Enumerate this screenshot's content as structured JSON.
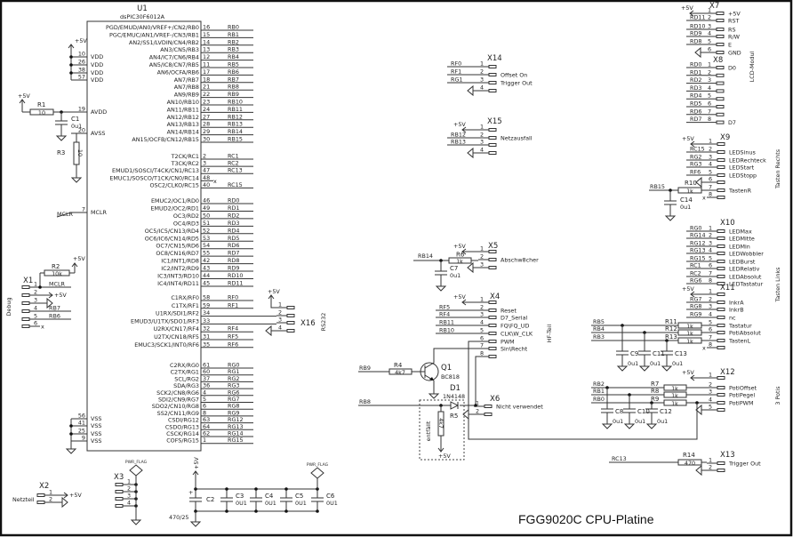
{
  "title": "FGG9020C CPU-Platine",
  "u1": {
    "ref": "U1",
    "part": "dsPIC30F6012A",
    "mclr_net": "MCLR",
    "left_pins": [
      {
        "no": "10",
        "name": "VDD"
      },
      {
        "no": "26",
        "name": "VDD"
      },
      {
        "no": "38",
        "name": "VDD"
      },
      {
        "no": "57",
        "name": "VDD"
      },
      {
        "no": "19",
        "name": "AVDD"
      },
      {
        "no": "20",
        "name": "AVSS"
      },
      {
        "no": "7",
        "name": "MCLR"
      },
      {
        "no": "56",
        "name": "VSS"
      },
      {
        "no": "41",
        "name": "VSS"
      },
      {
        "no": "25",
        "name": "VSS"
      },
      {
        "no": "9",
        "name": "VSS"
      }
    ],
    "right_groups": [
      [
        {
          "no": "16",
          "name": "PGD/EMUD/AN0/VREF+/CN2/RB0",
          "net": "RB0"
        },
        {
          "no": "15",
          "name": "PGC/EMUC/AN1/VREF-/CN3/RB1",
          "net": "RB1"
        },
        {
          "no": "14",
          "name": "AN2/SS1/LVDIN/CN4/RB2",
          "net": "RB2"
        },
        {
          "no": "13",
          "name": "AN3/CN5/RB3",
          "net": "RB3"
        },
        {
          "no": "12",
          "name": "AN4/IC7/CN6/RB4",
          "net": "RB4"
        },
        {
          "no": "11",
          "name": "AN5/IC8/CN7/RB5",
          "net": "RB5"
        },
        {
          "no": "17",
          "name": "AN6/OCFA/RB6",
          "net": "RB6"
        },
        {
          "no": "18",
          "name": "AN7/RB7",
          "net": "RB7"
        },
        {
          "no": "21",
          "name": "AN7/RB8",
          "net": "RB8"
        },
        {
          "no": "22",
          "name": "AN9/RB9",
          "net": "RB9"
        },
        {
          "no": "23",
          "name": "AN10/RB10",
          "net": "RB10"
        },
        {
          "no": "24",
          "name": "AN11/RB11",
          "net": "RB11"
        },
        {
          "no": "27",
          "name": "AN12/RB12",
          "net": "RB12"
        },
        {
          "no": "28",
          "name": "AN13/RB13",
          "net": "RB13"
        },
        {
          "no": "29",
          "name": "AN14/RB14",
          "net": "RB14"
        },
        {
          "no": "30",
          "name": "AN15/OCFB/CN12/RB15",
          "net": "RB15"
        }
      ],
      [
        {
          "no": "2",
          "name": "T2CK/RC1",
          "net": "RC1"
        },
        {
          "no": "3",
          "name": "T3CK/RC2",
          "net": "RC2"
        },
        {
          "no": "47",
          "name": "EMUD1/SOSCI/T4CK/CN1/RC13",
          "net": "RC13"
        },
        {
          "no": "48",
          "name": "EMUC1/SOSCO/T1CK/CN0/RC14",
          "net": "",
          "nc": true
        },
        {
          "no": "40",
          "name": "OSC2/CLKO/RC15",
          "net": "RC15"
        }
      ],
      [
        {
          "no": "46",
          "name": "EMUC2/OC1/RD0",
          "net": "RD0"
        },
        {
          "no": "49",
          "name": "EMUD2/OC2/RD1",
          "net": "RD1"
        },
        {
          "no": "50",
          "name": "OC3/RD2",
          "net": "RD2"
        },
        {
          "no": "51",
          "name": "OC4/RD3",
          "net": "RD3"
        },
        {
          "no": "52",
          "name": "OC5/IC5/CN13/RD4",
          "net": "RD4"
        },
        {
          "no": "53",
          "name": "OC6/IC6/CN14/RD5",
          "net": "RD5"
        },
        {
          "no": "54",
          "name": "OC7/CN15/RD6",
          "net": "RD6"
        },
        {
          "no": "55",
          "name": "OC8/CN16/RD7",
          "net": "RD7"
        },
        {
          "no": "42",
          "name": "IC1/INT1/RD8",
          "net": "RD8"
        },
        {
          "no": "43",
          "name": "IC2/INT2/RD9",
          "net": "RD9"
        },
        {
          "no": "44",
          "name": "IC3/INT3/RD10",
          "net": "RD10"
        },
        {
          "no": "45",
          "name": "IC4/INT4/RD11",
          "net": "RD11"
        }
      ],
      [
        {
          "no": "58",
          "name": "C1RX/RF0",
          "net": "RF0"
        },
        {
          "no": "59",
          "name": "C1TX/RF1",
          "net": "RF1"
        },
        {
          "no": "34",
          "name": "U1RX/SDI1/RF2",
          "net": ""
        },
        {
          "no": "33",
          "name": "EMUD3/U1TX/SDO1/RF3",
          "net": ""
        },
        {
          "no": "32",
          "name": "U2RX/CN17/RF4",
          "net": "RF4"
        },
        {
          "no": "31",
          "name": "U2TX/CN18/RF5",
          "net": "RF5"
        },
        {
          "no": "35",
          "name": "EMUC3/SCK1/INT0/RF6",
          "net": "RF6"
        }
      ],
      [
        {
          "no": "61",
          "name": "C2RX/RG0",
          "net": "RG0"
        },
        {
          "no": "60",
          "name": "C2TX/RG1",
          "net": "RG1"
        },
        {
          "no": "37",
          "name": "SCL/RG2",
          "net": "RG2"
        },
        {
          "no": "36",
          "name": "SDA/RG3",
          "net": "RG3"
        },
        {
          "no": "4",
          "name": "SCK2/CN8/RG6",
          "net": "RG6"
        },
        {
          "no": "5",
          "name": "SDI2/CN9/RG7",
          "net": "RG7"
        },
        {
          "no": "6",
          "name": "SDO2/CN10/RG8",
          "net": "RG8"
        },
        {
          "no": "8",
          "name": "SS2/CN11/RG9",
          "net": "RG9"
        },
        {
          "no": "63",
          "name": "CSDI/RG12",
          "net": "RG12"
        },
        {
          "no": "64",
          "name": "CSDO/RG13",
          "net": "RG13"
        },
        {
          "no": "62",
          "name": "CSCK/RG14",
          "net": "RG14"
        },
        {
          "no": "1",
          "name": "COFS/RG15",
          "net": "RG15"
        }
      ]
    ]
  },
  "connectors": [
    {
      "ref": "X7",
      "pins": [
        {
          "no": "1",
          "kind": "+5V",
          "net": "+5V",
          "label": "+5V"
        },
        {
          "no": "2",
          "net": "RD11",
          "label": "RST"
        },
        {
          "no": "3",
          "net": "RD10",
          "label": "RS"
        },
        {
          "no": "4",
          "net": "RD9",
          "label": "R/W"
        },
        {
          "no": "5",
          "net": "RD8",
          "label": "E"
        },
        {
          "no": "6",
          "kind": "gnd",
          "label": "GND"
        }
      ]
    },
    {
      "ref": "X8",
      "pins": [
        {
          "no": "1",
          "net": "RD0",
          "label": "D0"
        },
        {
          "no": "2",
          "net": "RD1"
        },
        {
          "no": "3",
          "net": "RD2"
        },
        {
          "no": "4",
          "net": "RD3"
        },
        {
          "no": "5",
          "net": "RD4"
        },
        {
          "no": "6",
          "net": "RD5"
        },
        {
          "no": "7",
          "net": "RD6"
        },
        {
          "no": "8",
          "net": "RD7",
          "label": "D7"
        }
      ]
    },
    {
      "ref": "X14",
      "pins": [
        {
          "no": "1",
          "net": "RF0"
        },
        {
          "no": "2",
          "net": "RF1",
          "label": "Offset On"
        },
        {
          "no": "3",
          "net": "RG1",
          "label": "Trigger Out"
        },
        {
          "no": "4",
          "kind": "gnd"
        }
      ]
    },
    {
      "ref": "X15",
      "pins": [
        {
          "no": "1",
          "kind": "+5V",
          "net": "+5V"
        },
        {
          "no": "2",
          "net": "RB12",
          "label": "Netzausfall"
        },
        {
          "no": "3",
          "net": "RB13"
        },
        {
          "no": "4",
          "kind": "gnd"
        }
      ]
    },
    {
      "ref": "X9",
      "pins": [
        {
          "no": "1",
          "kind": "+5V",
          "net": "+5V"
        },
        {
          "no": "2",
          "net": "RC15",
          "label": "LEDSinus"
        },
        {
          "no": "3",
          "net": "RG2",
          "label": "LEDRechteck"
        },
        {
          "no": "4",
          "net": "RG3",
          "label": "LEDStart"
        },
        {
          "no": "5",
          "net": "RF6",
          "label": "LEDStopp"
        },
        {
          "no": "6",
          "kind": "gnd"
        },
        {
          "no": "7",
          "kind": "wire",
          "label": "TastenR"
        },
        {
          "no": "8",
          "kind": "nc"
        }
      ]
    },
    {
      "ref": "X10",
      "pins": [
        {
          "no": "1",
          "net": "RG0",
          "label": "LEDMax"
        },
        {
          "no": "2",
          "net": "RG14",
          "label": "LEDMitte"
        },
        {
          "no": "3",
          "net": "RG12",
          "label": "LEDMin"
        },
        {
          "no": "4",
          "net": "RG13",
          "label": "LEDWobbler"
        },
        {
          "no": "5",
          "net": "RG15",
          "label": "LEDBurst"
        },
        {
          "no": "6",
          "net": "RC1",
          "label": "LEDRelativ"
        },
        {
          "no": "7",
          "net": "RC2",
          "label": "LEDAbsolut"
        },
        {
          "no": "8",
          "net": "RG6",
          "label": "LEDTastatur"
        }
      ]
    },
    {
      "ref": "X11",
      "pins": [
        {
          "no": "1",
          "kind": "+5V",
          "net": "+5V"
        },
        {
          "no": "2",
          "net": "RG7",
          "label": "InkrA"
        },
        {
          "no": "3",
          "net": "RG8",
          "label": "InkrB"
        },
        {
          "no": "4",
          "net": "RG9",
          "label": "nc"
        },
        {
          "no": "5",
          "kind": "wire",
          "label": "Tastatur"
        },
        {
          "no": "6",
          "kind": "wire",
          "label": "PotiAbsolut"
        },
        {
          "no": "7",
          "kind": "wire",
          "label": "TastenL"
        },
        {
          "no": "8",
          "kind": "nc"
        }
      ]
    },
    {
      "ref": "X12",
      "pins": [
        {
          "no": "1",
          "kind": "+5V",
          "net": "+5V"
        },
        {
          "no": "2",
          "kind": "wire",
          "label": "PotiOffset"
        },
        {
          "no": "3",
          "kind": "wire",
          "label": "PotiPegel"
        },
        {
          "no": "4",
          "kind": "wire",
          "label": "PotiPWM"
        },
        {
          "no": "5",
          "kind": "gnd"
        }
      ]
    },
    {
      "ref": "X13",
      "pins": [
        {
          "no": "1",
          "kind": "wire",
          "label": "Trigger Out"
        },
        {
          "no": "2",
          "kind": "gnd"
        }
      ]
    },
    {
      "ref": "X5",
      "pins": [
        {
          "no": "1",
          "kind": "+5V",
          "net": "+5V"
        },
        {
          "no": "2",
          "kind": "wire",
          "label": "Abschw8cher"
        },
        {
          "no": "3",
          "kind": "gnd"
        }
      ]
    },
    {
      "ref": "X4",
      "pins": [
        {
          "no": "1",
          "kind": "+5V",
          "net": "+5V"
        },
        {
          "no": "2",
          "net": "RF5",
          "label": "Reset"
        },
        {
          "no": "3",
          "net": "RF4",
          "label": "D7_Serial"
        },
        {
          "no": "4",
          "net": "RB11",
          "label": "FQ\\FQ_UD"
        },
        {
          "no": "5",
          "net": "RB10",
          "label": "CLK\\W_CLK"
        },
        {
          "no": "6",
          "kind": "wire",
          "label": "PWM"
        },
        {
          "no": "7",
          "kind": "wire",
          "label": "Sin\\Recht"
        },
        {
          "no": "8",
          "kind": "wire"
        }
      ]
    },
    {
      "ref": "X6",
      "pins": [
        {
          "no": "1",
          "kind": "wire",
          "label": "Nicht verwendet"
        },
        {
          "no": "2",
          "kind": "gnd"
        }
      ]
    },
    {
      "ref": "X16",
      "pins": [
        {
          "no": "1",
          "kind": "+5Vup",
          "net": "+5V"
        },
        {
          "no": "2",
          "kind": "wire"
        },
        {
          "no": "3",
          "kind": "wire"
        },
        {
          "no": "4",
          "kind": "gnd"
        }
      ]
    },
    {
      "ref": "X1",
      "pins": [
        {
          "no": "1",
          "net": "MCLR"
        },
        {
          "no": "2",
          "kind": "+5V",
          "net": "+5V"
        },
        {
          "no": "3",
          "kind": "gnd"
        },
        {
          "no": "4",
          "net": "RB7"
        },
        {
          "no": "5",
          "net": "RB6"
        },
        {
          "no": "6",
          "kind": "nc"
        }
      ]
    },
    {
      "ref": "X2",
      "pins": [
        {
          "no": "1",
          "kind": "+5V",
          "net": "+5V"
        },
        {
          "no": "2",
          "kind": "gnd"
        }
      ]
    },
    {
      "ref": "X3",
      "pins": [
        {
          "no": "1",
          "kind": "bus"
        },
        {
          "no": "2",
          "kind": "bus"
        },
        {
          "no": "3",
          "kind": "bus"
        },
        {
          "no": "4",
          "kind": "bus"
        }
      ]
    }
  ],
  "resistors": [
    {
      "ref": "R1",
      "value": "10"
    },
    {
      "ref": "R2",
      "value": "10k"
    },
    {
      "ref": "R3",
      "value": "10"
    },
    {
      "ref": "R4",
      "value": "4k7"
    },
    {
      "ref": "R5",
      "value": "4k7"
    },
    {
      "ref": "R6",
      "value": "1k"
    },
    {
      "ref": "R7",
      "value": "1k"
    },
    {
      "ref": "R8",
      "value": "1k"
    },
    {
      "ref": "R9",
      "value": "1k"
    },
    {
      "ref": "R10",
      "value": "1k"
    },
    {
      "ref": "R11",
      "value": "1k"
    },
    {
      "ref": "R12",
      "value": "1k"
    },
    {
      "ref": "R13",
      "value": "1k"
    },
    {
      "ref": "R14",
      "value": "470"
    }
  ],
  "capacitors": [
    {
      "ref": "C1",
      "value": "0u1"
    },
    {
      "ref": "C2",
      "value": "470/25",
      "polarized": true
    },
    {
      "ref": "C3",
      "value": "0U1"
    },
    {
      "ref": "C4",
      "value": "0U1"
    },
    {
      "ref": "C5",
      "value": "0U1"
    },
    {
      "ref": "C6",
      "value": "0U1"
    },
    {
      "ref": "C7",
      "value": "0u1"
    },
    {
      "ref": "C8",
      "value": "0u1"
    },
    {
      "ref": "C9",
      "value": "0u1"
    },
    {
      "ref": "C10",
      "value": "0u1"
    },
    {
      "ref": "C11",
      "value": "0u1"
    },
    {
      "ref": "C12",
      "value": "0u1"
    },
    {
      "ref": "C13",
      "value": "0u1"
    },
    {
      "ref": "C14",
      "value": "0u1"
    }
  ],
  "transistor": {
    "ref": "Q1",
    "value": "BC818"
  },
  "diode": {
    "ref": "D1",
    "value": "1N4148"
  },
  "net_labels": [
    "RB14",
    "RB9",
    "RB8",
    "RB15",
    "RB5",
    "RB4",
    "RB3",
    "RB2",
    "RB1",
    "RB0",
    "RC13"
  ],
  "power_labels": [
    "+5V",
    "+5V",
    "+5V",
    "+5V",
    "+5V"
  ],
  "pwr_flags": [
    "PWR_FLAG",
    "PWR_FLAG"
  ],
  "section_labels": {
    "lcd": "LCD-Modul",
    "tasten_rechts": "Tasten Rechts",
    "tasten_links": "Tasten Links",
    "potis": "3 Potis",
    "hf": "HF-Teil",
    "rs232": "RS232",
    "debug": "Debug",
    "netzteil": "Netzteil",
    "entfaellt": "entfällt"
  }
}
